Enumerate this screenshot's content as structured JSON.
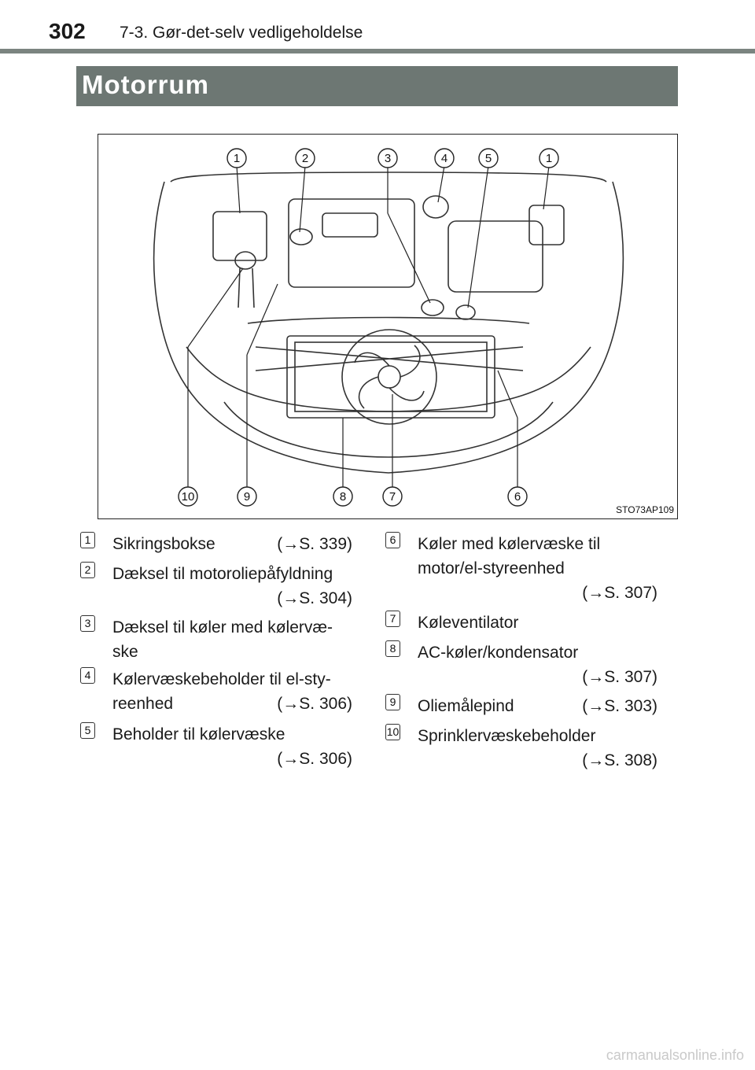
{
  "header": {
    "page_number": "302",
    "section": "7-3. Gør-det-selv vedligeholdelse"
  },
  "title": "Motorrum",
  "figure": {
    "code": "STO73AP109",
    "callouts_top": [
      "1",
      "2",
      "3",
      "4",
      "5",
      "1"
    ],
    "callouts_bottom": [
      "10",
      "9",
      "8",
      "7",
      "6"
    ]
  },
  "legend": [
    {
      "num": "1",
      "label": "Sikringsbokse",
      "label2": "",
      "ref": "(→S. 339)"
    },
    {
      "num": "2",
      "label": "Dæksel til motoroliepåfyldning",
      "label2": "",
      "ref": "(→S. 304)"
    },
    {
      "num": "3",
      "label": "Dæksel til køler med kølervæ-",
      "label2": "ske",
      "ref": ""
    },
    {
      "num": "4",
      "label": "Kølervæskebeholder til el-sty-",
      "label2": "reenhed",
      "ref": "(→S. 306)"
    },
    {
      "num": "5",
      "label": "Beholder til kølervæske",
      "label2": "",
      "ref": "(→S. 306)"
    },
    {
      "num": "6",
      "label": "Køler med kølervæske til",
      "label2": "motor/el-styreenhed",
      "ref": "(→S. 307)"
    },
    {
      "num": "7",
      "label": "Køleventilator",
      "label2": "",
      "ref": ""
    },
    {
      "num": "8",
      "label": "AC-køler/kondensator",
      "label2": "",
      "ref": "(→S. 307)"
    },
    {
      "num": "9",
      "label": "Oliemålepind",
      "label2": "",
      "ref": "(→S. 303)"
    },
    {
      "num": "10",
      "label": "Sprinklervæskebeholder",
      "label2": "",
      "ref": "(→S. 308)"
    }
  ],
  "footer": "carmanualsonline.info"
}
